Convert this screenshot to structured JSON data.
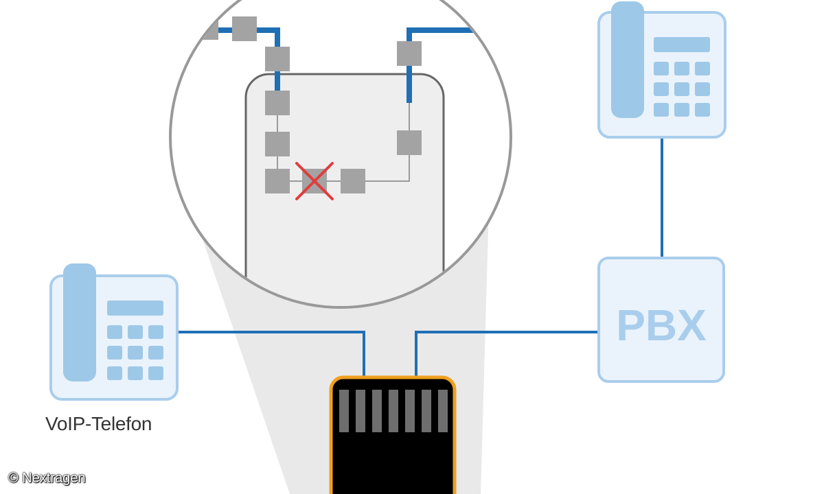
{
  "labels": {
    "voip_phone": "VoIP-Telefon",
    "pbx": "PBX",
    "copyright": "© Nextragen"
  },
  "colors": {
    "cable_blue": "#1f6fb5",
    "device_fill": "#eaf3fb",
    "device_stroke": "#a9cdec",
    "device_accent": "#9ec8e8",
    "pbx_text": "#a9cdec",
    "node_gray": "#a3a3a3",
    "circle_stroke": "#999999",
    "failure_red": "#e03c3c",
    "connector_orange": "#f0a020",
    "label_text": "#333333"
  },
  "icons": [
    "desk-phone-icon",
    "pbx-box",
    "network-jack-icon",
    "failure-x-icon"
  ]
}
